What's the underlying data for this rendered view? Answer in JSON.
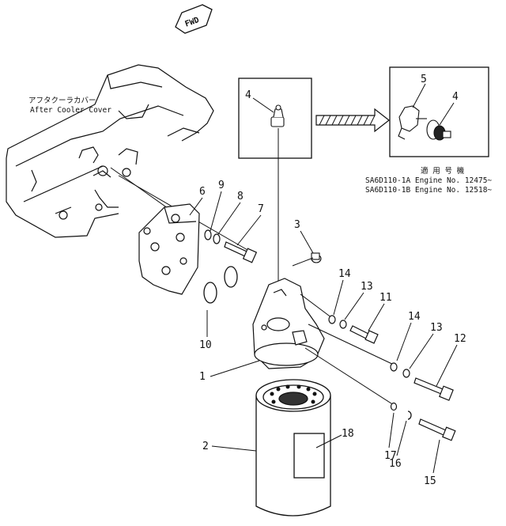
{
  "direction_marker": "FWD",
  "after_cooler_cover": {
    "jp": "アフタクーラカバー",
    "en": "After Cooler Cover"
  },
  "applicable": {
    "heading": "適 用 号 機",
    "line1": "SA6D110-1A Engine No. 12475~",
    "line2": "SA6D110-1B Engine No. 12518~"
  },
  "callouts": {
    "c1": "1",
    "c2": "2",
    "c3": "3",
    "c4_detail": "4",
    "c4_inset": "4",
    "c5": "5",
    "c6": "6",
    "c7": "7",
    "c8": "8",
    "c9": "9",
    "c10": "10",
    "c11": "11",
    "c12": "12",
    "c13a": "13",
    "c13b": "13",
    "c14a": "14",
    "c14b": "14",
    "c15": "15",
    "c16": "16",
    "c17": "17",
    "c18": "18"
  },
  "icons": {
    "arrow": "hatched-arrow-icon",
    "fwd": "fwd-arrow-icon"
  }
}
